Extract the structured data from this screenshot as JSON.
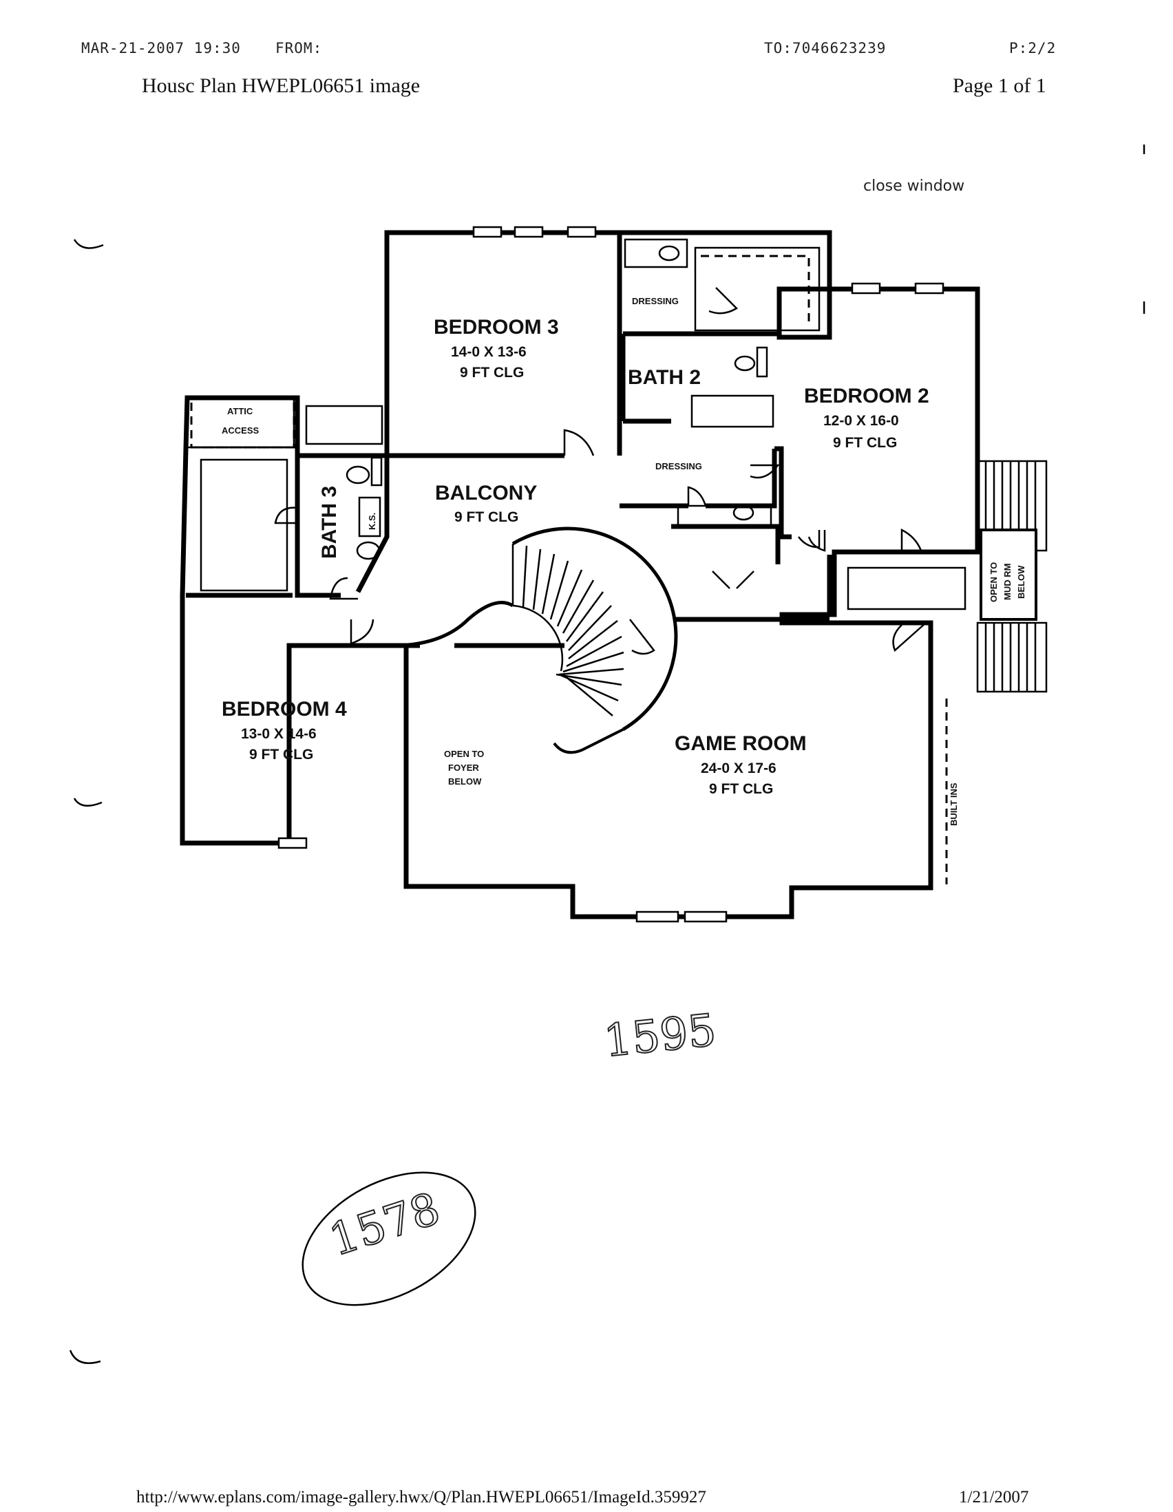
{
  "fax_header": {
    "date_time": "MAR-21-2007 19:30",
    "from": "FROM:",
    "to": "TO:7046623239",
    "page": "P:2/2"
  },
  "page_header": {
    "title": "Housc Plan HWEPL06651 image",
    "page_of": "Page 1 of 1"
  },
  "close_window": "close window",
  "rooms": {
    "bedroom3": {
      "name": "BEDROOM 3",
      "size": "14-0 X 13-6",
      "ceiling": "9 FT CLG"
    },
    "bedroom2": {
      "name": "BEDROOM 2",
      "size": "12-0 X 16-0",
      "ceiling": "9 FT CLG"
    },
    "bedroom4": {
      "name": "BEDROOM 4",
      "size": "13-0 X 14-6",
      "ceiling": "9 FT CLG"
    },
    "balcony": {
      "name": "BALCONY",
      "ceiling": "9 FT CLG"
    },
    "game_room": {
      "name": "GAME ROOM",
      "size": "24-0 X 17-6",
      "ceiling": "9 FT CLG"
    },
    "bath2": {
      "name": "BATH 2"
    },
    "bath3": {
      "name": "BATH 3"
    }
  },
  "labels": {
    "dressing_upper": "DRESSING",
    "dressing_lower": "DRESSING",
    "attic": "ATTIC",
    "access": "ACCESS",
    "ks": "K.S.",
    "open_to": "OPEN TO",
    "foyer": "FOYER",
    "below": "BELOW",
    "open_to_mud_1": "OPEN TO",
    "open_to_mud_2": "MUD RM",
    "open_to_mud_3": "BELOW",
    "built_ins": "BUILT INS"
  },
  "handwritten": {
    "note1": "1595",
    "note2": "1578"
  },
  "footer": {
    "url": "http://www.eplans.com/image-gallery.hwx/Q/Plan.HWEPL06651/ImageId.359927",
    "date": "1/21/2007"
  }
}
